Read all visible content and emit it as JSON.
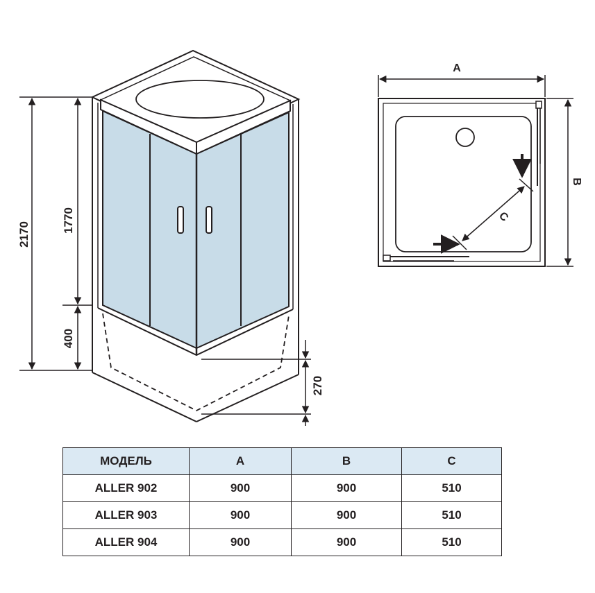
{
  "dimensions": {
    "total_height": "2170",
    "cabin_height": "1770",
    "tray_height": "400",
    "tray_depth": "270",
    "plan_a": "A",
    "plan_b": "B",
    "plan_c": "C"
  },
  "table": {
    "headers": [
      "МОДЕЛЬ",
      "A",
      "B",
      "C"
    ],
    "rows": [
      [
        "ALLER 902",
        "900",
        "900",
        "510"
      ],
      [
        "ALLER 903",
        "900",
        "900",
        "510"
      ],
      [
        "ALLER 904",
        "900",
        "900",
        "510"
      ]
    ]
  },
  "colors": {
    "line": "#231f20",
    "glass": "#c8dce8",
    "table_header_bg": "#dbe9f3"
  }
}
